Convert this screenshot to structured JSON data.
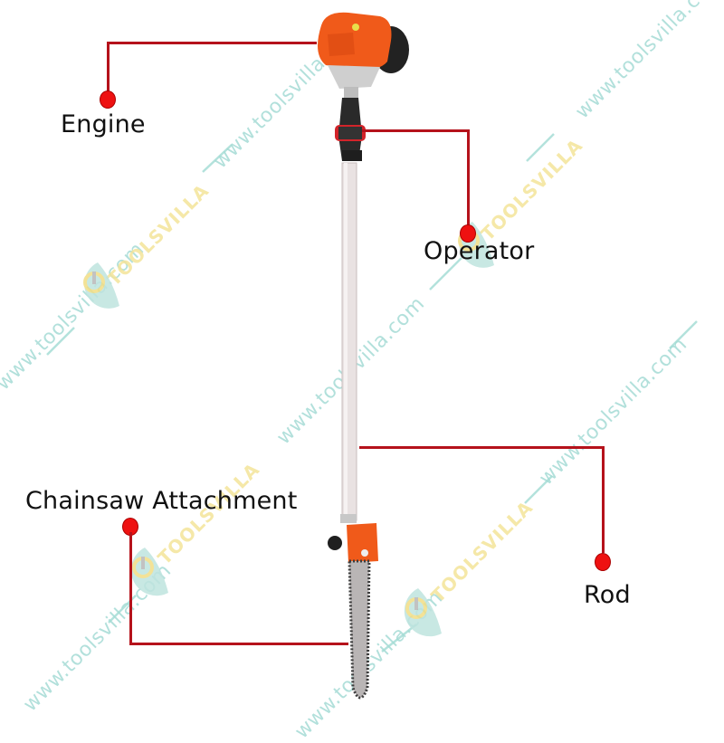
{
  "diagram": {
    "subject": "Pole chainsaw / pruner",
    "labels": {
      "engine": "Engine",
      "operator": "Operator",
      "rod": "Rod",
      "chainsaw_attachment": "Chainsaw Attachment"
    },
    "colors": {
      "leader_line": "#b5121b",
      "leader_dot": "#ee1111",
      "engine_body": "#f05a1a",
      "rod": "#e6dede",
      "bar": "#b9b5b5",
      "watermark_url": "#9fd9d3",
      "watermark_brand": "#f4e49a"
    }
  },
  "watermark": {
    "url": "www.toolsvilla.com",
    "brand": "TOOLSVILLA"
  }
}
